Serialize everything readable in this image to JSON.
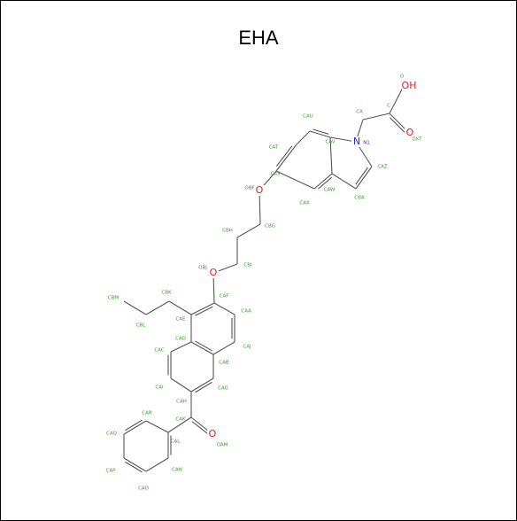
{
  "title": "EHA",
  "colors": {
    "bond": "#555555",
    "atom_label": "#3a9a2a",
    "oxygen": "#e02020",
    "nitrogen": "#2030d0",
    "frame": "#000000"
  },
  "heteroatoms": [
    {
      "id": "OH",
      "text": "OH",
      "element": "O"
    },
    {
      "id": "O_carbonyl_top",
      "text": "O",
      "element": "O"
    },
    {
      "id": "N1",
      "text": "N",
      "element": "N"
    },
    {
      "id": "O_ether1",
      "text": "O",
      "element": "O"
    },
    {
      "id": "O_ether2",
      "text": "O",
      "element": "O"
    },
    {
      "id": "O_ketone",
      "text": "O",
      "element": "O"
    }
  ],
  "atom_labels": [
    "O",
    "C",
    "OXT",
    "CA",
    "CAU",
    "CAV",
    "N1",
    "CAT",
    "CAS",
    "CAW",
    "CAZ",
    "CBA",
    "CAX",
    "OBF",
    "CBG",
    "CBH",
    "OBJ",
    "CBI",
    "CBK",
    "CAF",
    "CBM",
    "CBL",
    "CAE",
    "CAD",
    "CAA",
    "CAJ",
    "CAB",
    "CAC",
    "CAI",
    "CAG",
    "CAH",
    "CAK",
    "CAR",
    "CAL",
    "OAM",
    "CAQ",
    "CAP",
    "CAN",
    "CAO"
  ]
}
